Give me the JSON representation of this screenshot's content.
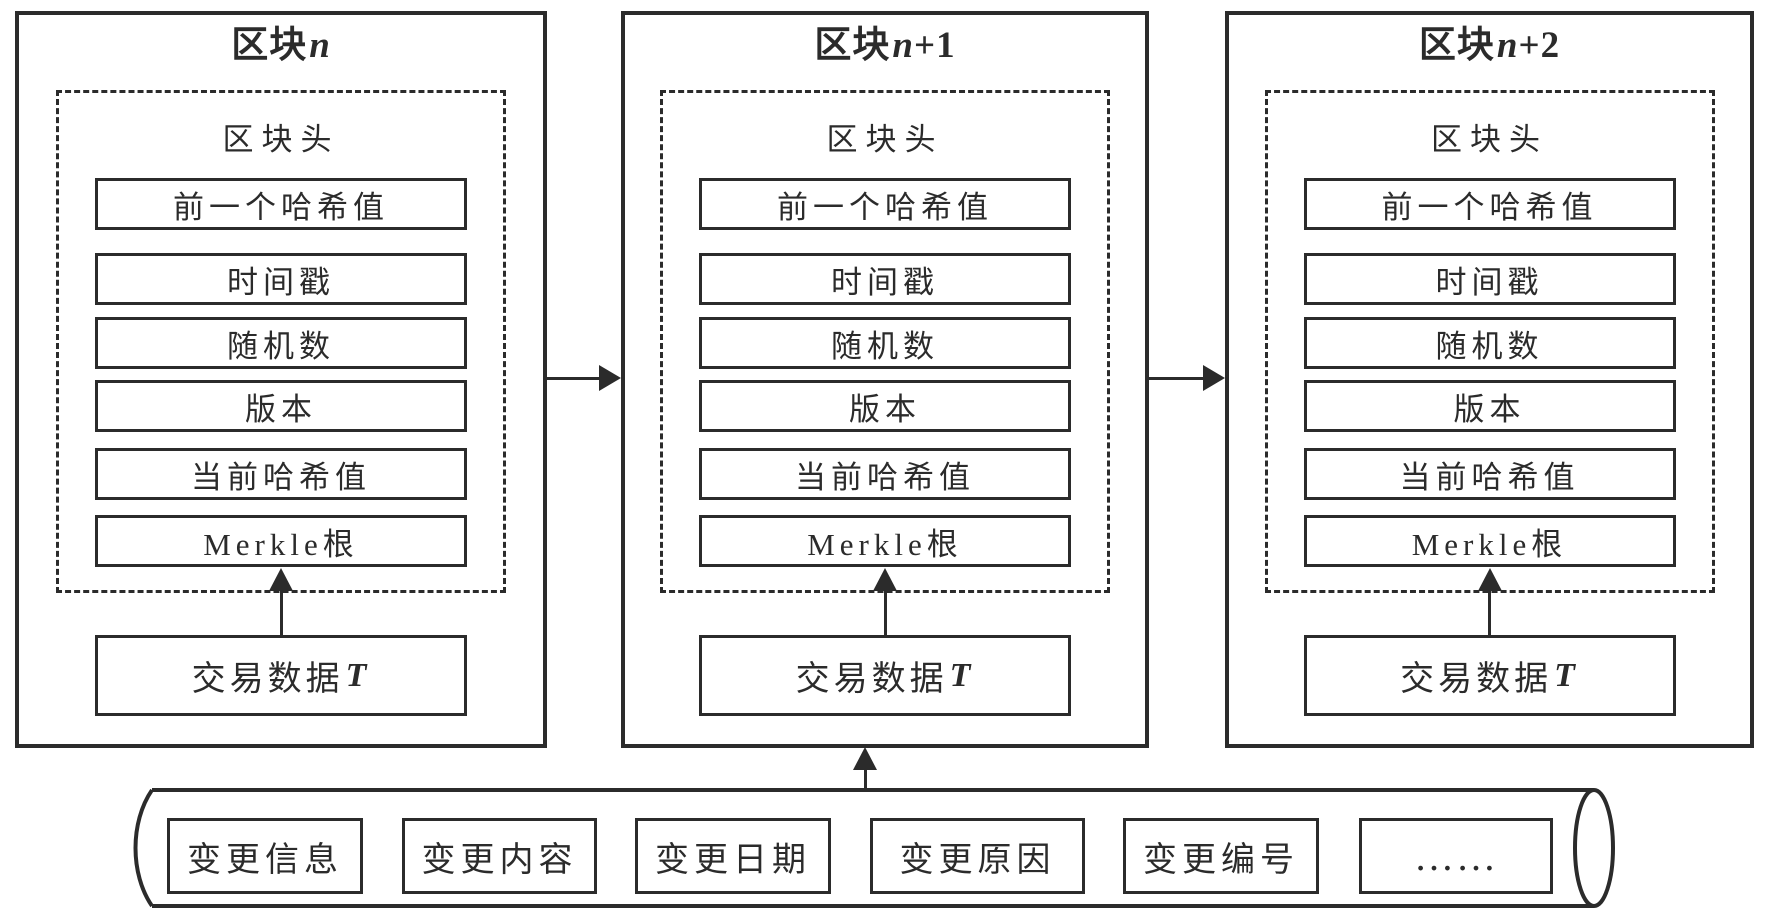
{
  "blocks": [
    {
      "title": {
        "cjk": "区块",
        "var": "n",
        "rest": ""
      },
      "header_label": "区块头",
      "fields": [
        "前一个哈希值",
        "时间戳",
        "随机数",
        "版本",
        "当前哈希值",
        "Merkle根"
      ],
      "transaction": {
        "cjk": "交易数据",
        "var": "T"
      }
    },
    {
      "title": {
        "cjk": "区块",
        "var": "n",
        "rest": "+1"
      },
      "header_label": "区块头",
      "fields": [
        "前一个哈希值",
        "时间戳",
        "随机数",
        "版本",
        "当前哈希值",
        "Merkle根"
      ],
      "transaction": {
        "cjk": "交易数据",
        "var": "T"
      }
    },
    {
      "title": {
        "cjk": "区块",
        "var": "n",
        "rest": "+2"
      },
      "header_label": "区块头",
      "fields": [
        "前一个哈希值",
        "时间戳",
        "随机数",
        "版本",
        "当前哈希值",
        "Merkle根"
      ],
      "transaction": {
        "cjk": "交易数据",
        "var": "T"
      }
    }
  ],
  "change_log_items": [
    "变更信息",
    "变更内容",
    "变更日期",
    "变更原因",
    "变更编号",
    "……"
  ],
  "colors": {
    "line": "#2b2b2b",
    "background": "#ffffff"
  }
}
